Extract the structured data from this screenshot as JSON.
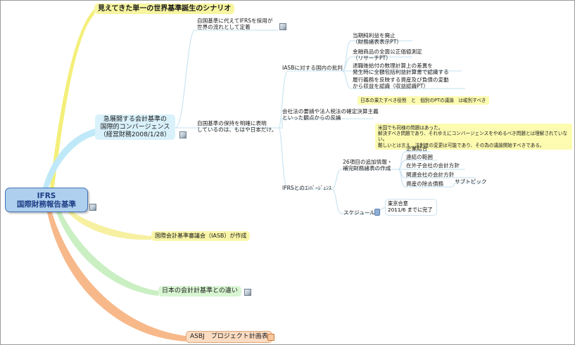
{
  "root": {
    "line1": "IFRS",
    "line2": "国際財務報告基準"
  },
  "branches": {
    "scenario": "見えてきた単一の世界基準誕生のシナリオ",
    "convergence": {
      "line1": "急展開する会計基準の",
      "line2": "国際的コンバージェンス",
      "line3": "（経営財務2008/1/28）"
    },
    "iasb": "国際会計基準審議会（IASB）が作成",
    "difference": "日本の会計計基準との違い",
    "plan": "ASBJ　プロジェクト計画表"
  },
  "convergence_children": {
    "adopt": {
      "line1": "自国基準に代えてIFRSを採用が",
      "line2": "世界の流れとして定着"
    },
    "keep": {
      "line1": "自国基準の保持を明確に表明",
      "line2": "しているのは、もはや日本だけ。"
    }
  },
  "keep_children": {
    "criticism": "IASBに対する国内の批判",
    "criticism_items": [
      {
        "line1": "当期純利益を廃止",
        "line2": "（財務諸表表示PT）"
      },
      {
        "line1": "金融商品の全面公正価値測定",
        "line2": "（リサーチPT）"
      },
      {
        "line1": "退職後給付の数理計算上の差異を",
        "line2": "発生時に全額包括利益計算書で認識する"
      },
      {
        "line1": "履行義務を反映する資産及び負債の変動",
        "line2": "から収益を認識（収益認識PT）"
      }
    ],
    "criticism_note": "日本の果たすべき役割　と　個別のPTの議論　は峻別すべき",
    "tax": {
      "line1": "会社法の要請や法人税法の確定決算主義",
      "line2": "といった観点からの反論"
    },
    "tax_note": {
      "line1": "米国でも同様の問題はあった。",
      "line2": "解決すべき問題であり、それゆえにコンバージェンスをやめるべき問題とは理解されていない。",
      "line3": "難しいとは言え、法制度の変更は可能であり、その為の議論開始すべきである。"
    },
    "ifrs_conv": "IFRSとのｺﾝﾊﾞｰｼﾞｪﾝｽ"
  },
  "ifrs_conv_children": {
    "items26": {
      "line1": "26項目の追加情報・",
      "line2": "補完財務諸表の作成"
    },
    "items26_list": [
      "企業結合",
      "連結の範囲",
      "在外子会社の会計方針",
      "関連会社の会計方針",
      "資産の除去債務"
    ],
    "subpick": "サブトピック",
    "schedule": "スケジュール",
    "schedule_box": {
      "line1": "東京合意",
      "line2": "2011/6 までに完了"
    }
  },
  "colors": {
    "root_fill": "#aecfee",
    "root_border": "#3f73b3",
    "scenario_branch": "#f3ef7a",
    "convergence_branch": "#bfe9f8",
    "iasb_branch": "#f6f0a0",
    "difference_branch": "#c9efc2",
    "plan_branch": "#f7b88a",
    "connector": "#cfe6f3"
  },
  "icons": [
    "note-icon",
    "attachment-icon",
    "expand-icon"
  ]
}
